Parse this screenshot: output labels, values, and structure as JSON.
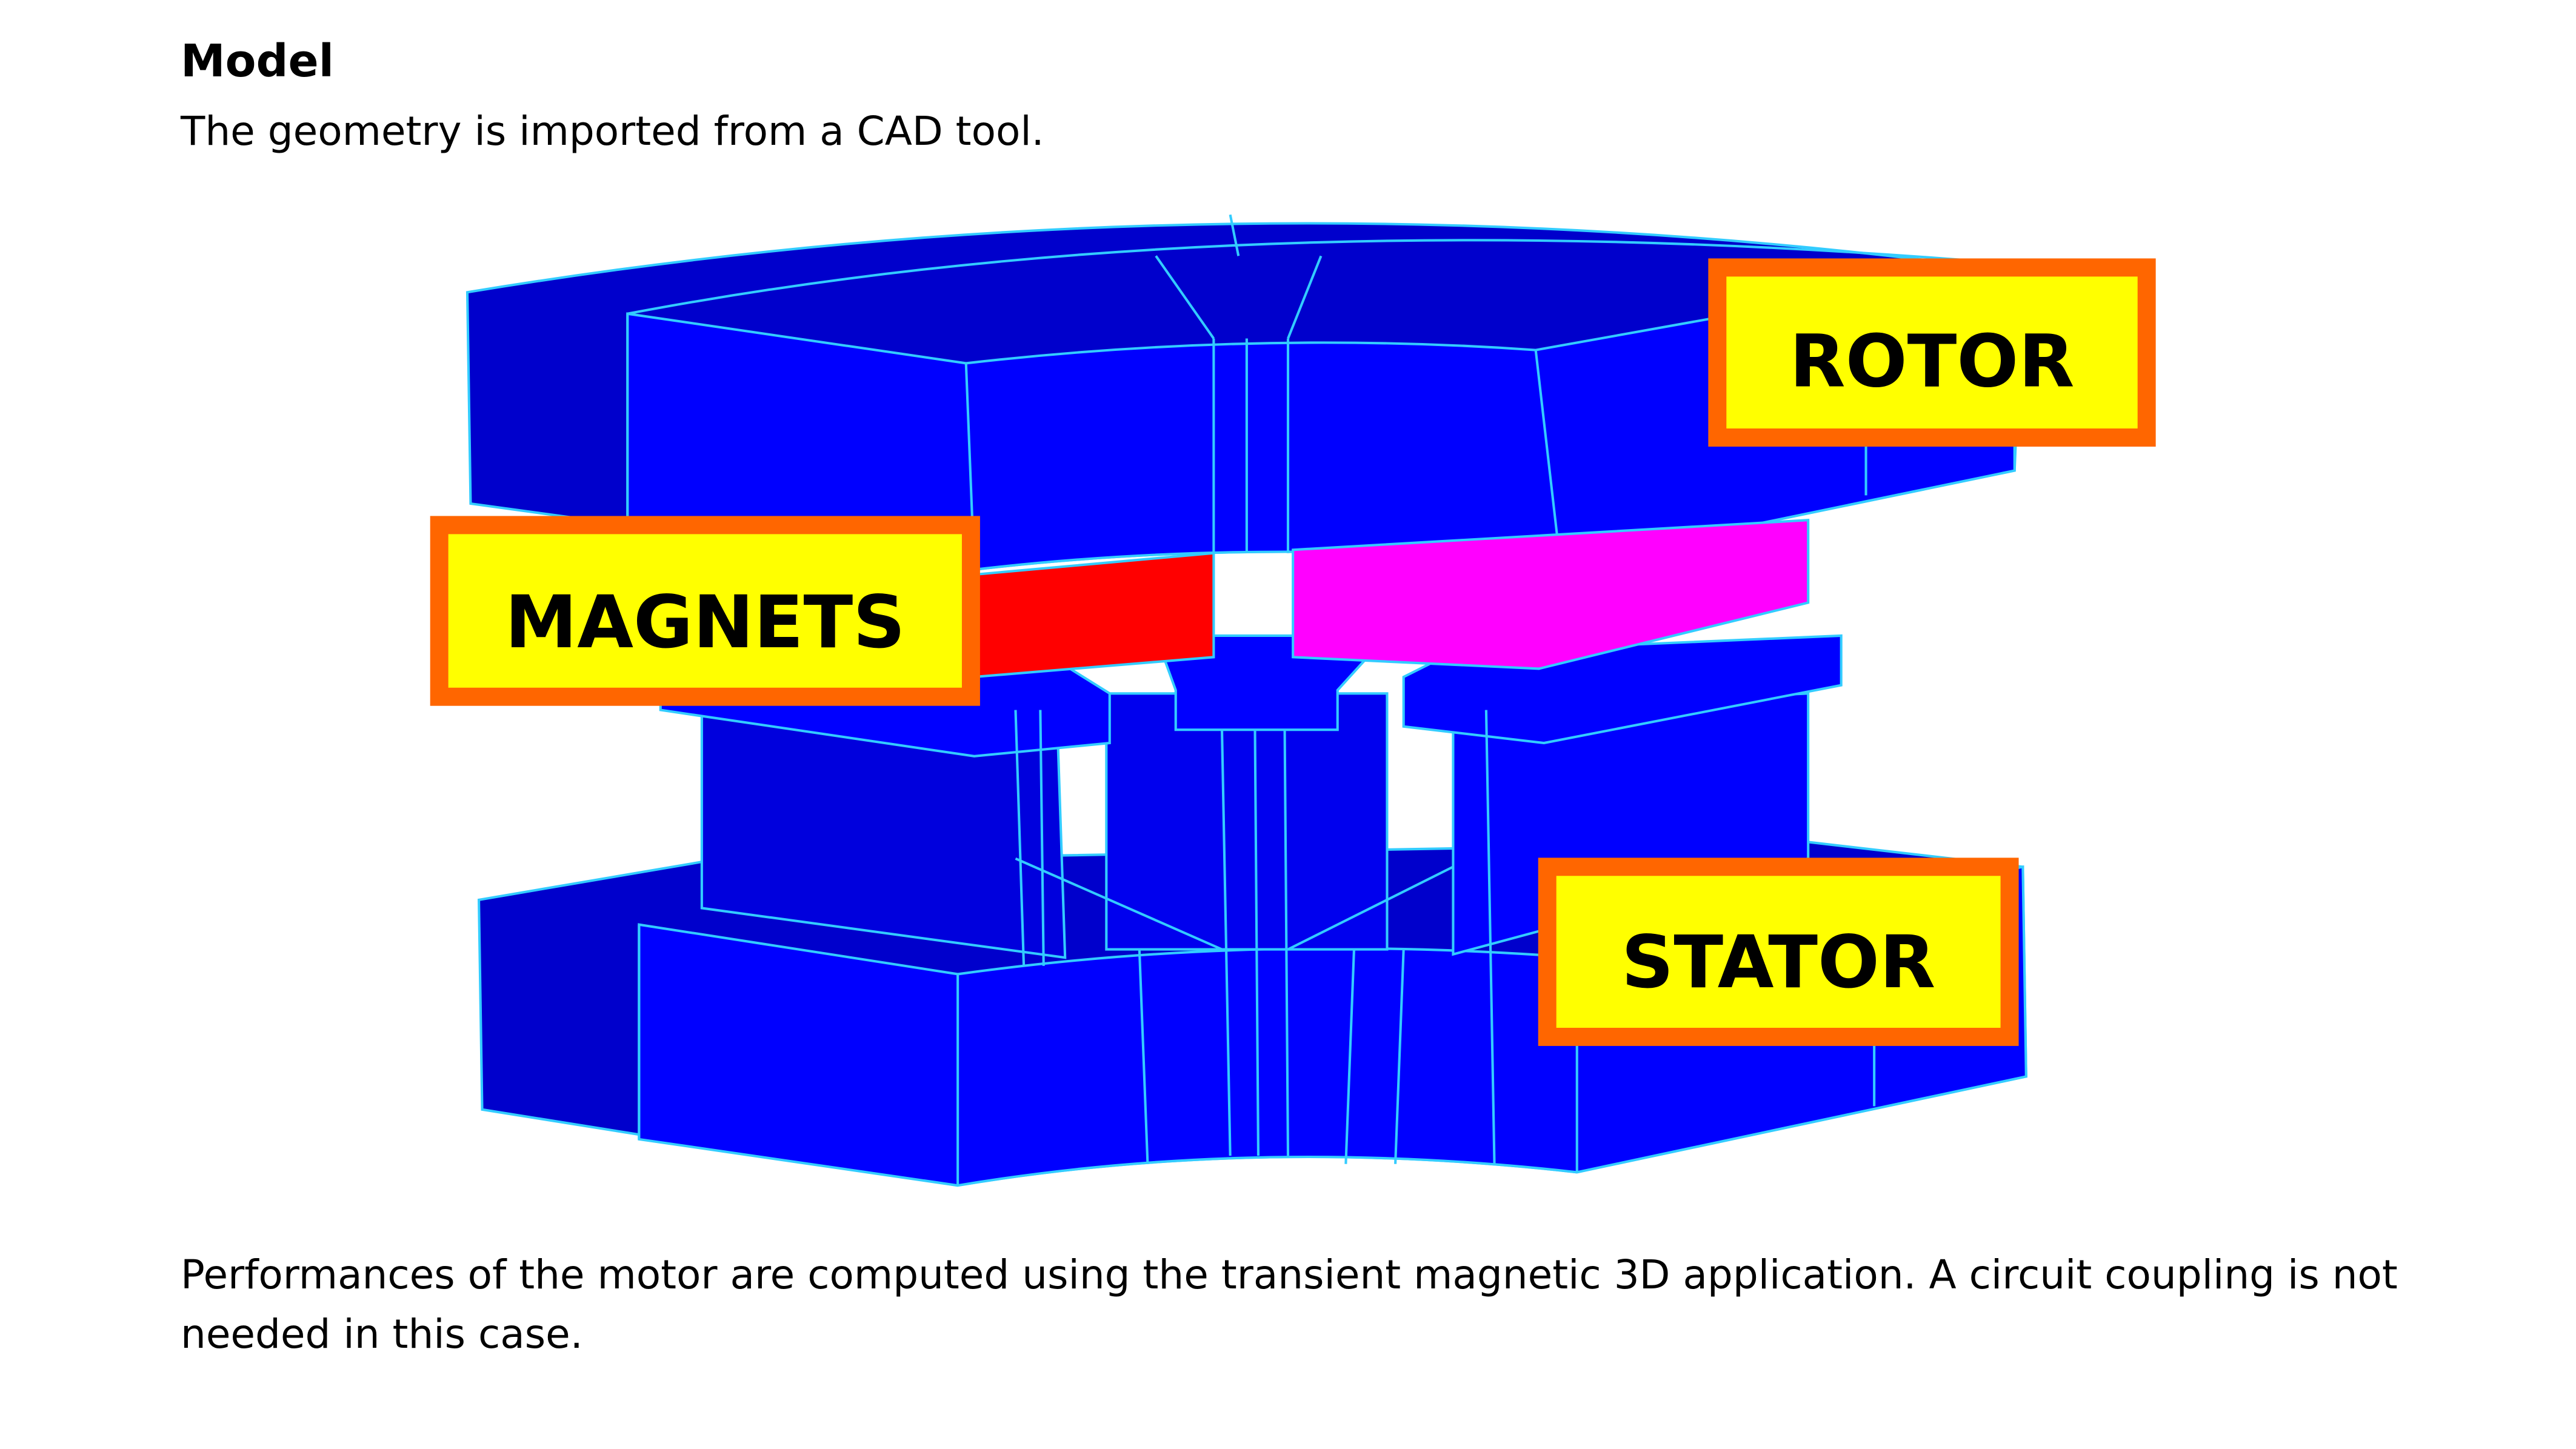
{
  "section": {
    "heading": "Model",
    "intro": "The geometry is imported from a CAD tool.",
    "description": "Performances of the motor are computed using the transient magnetic 3D application. A circuit coupling is not needed in this case."
  },
  "figure": {
    "labels": {
      "rotor": "ROTOR",
      "magnets": "MAGNETS",
      "stator": "STATOR"
    },
    "colors": {
      "body": "#0000ff",
      "body_dark": "#0000cc",
      "edges": "#33ccff",
      "magnet_red": "#ff0000",
      "magnet_magenta": "#ff00ff",
      "label_fill": "#ffff00",
      "label_border": "#ff6600"
    }
  }
}
